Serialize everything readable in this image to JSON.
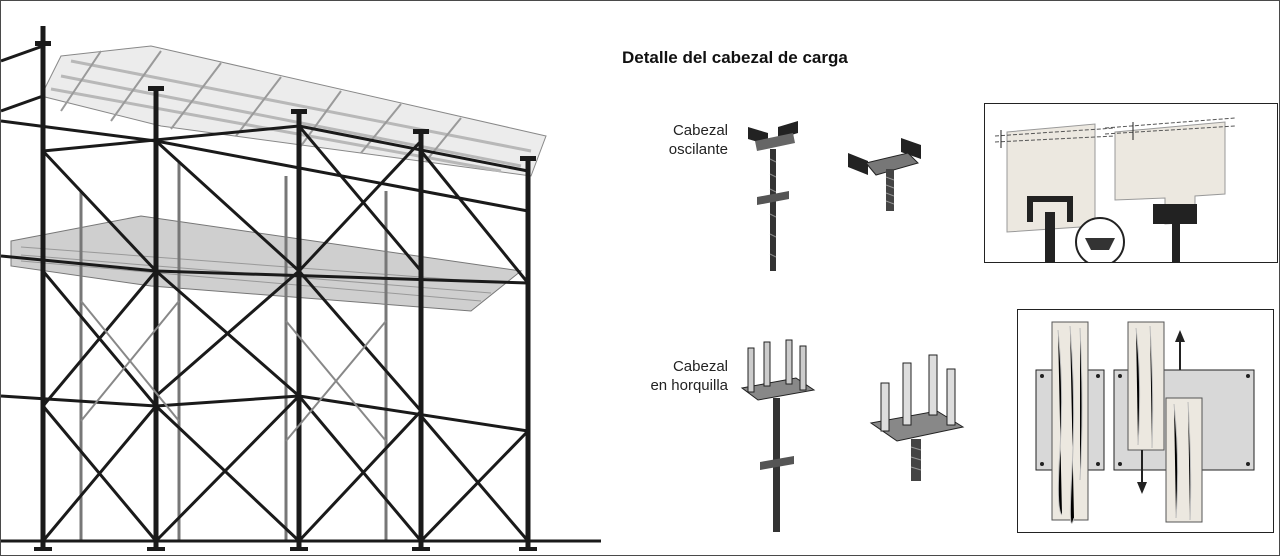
{
  "title": "Detalle del cabezal de carga",
  "rows": [
    {
      "label_line1": "Cabezal",
      "label_line2": "oscilante"
    },
    {
      "label_line1": "Cabezal",
      "label_line2": "en horquilla"
    }
  ],
  "icons": [
    "scaffold-illustration",
    "swivel-head-icon",
    "fork-head-icon",
    "timber-diagram"
  ],
  "colors": {
    "line": "#1a1a1a",
    "steel": "#3a3a3a",
    "timber": "#e8e4dc",
    "deck": "#d9d9d9"
  }
}
